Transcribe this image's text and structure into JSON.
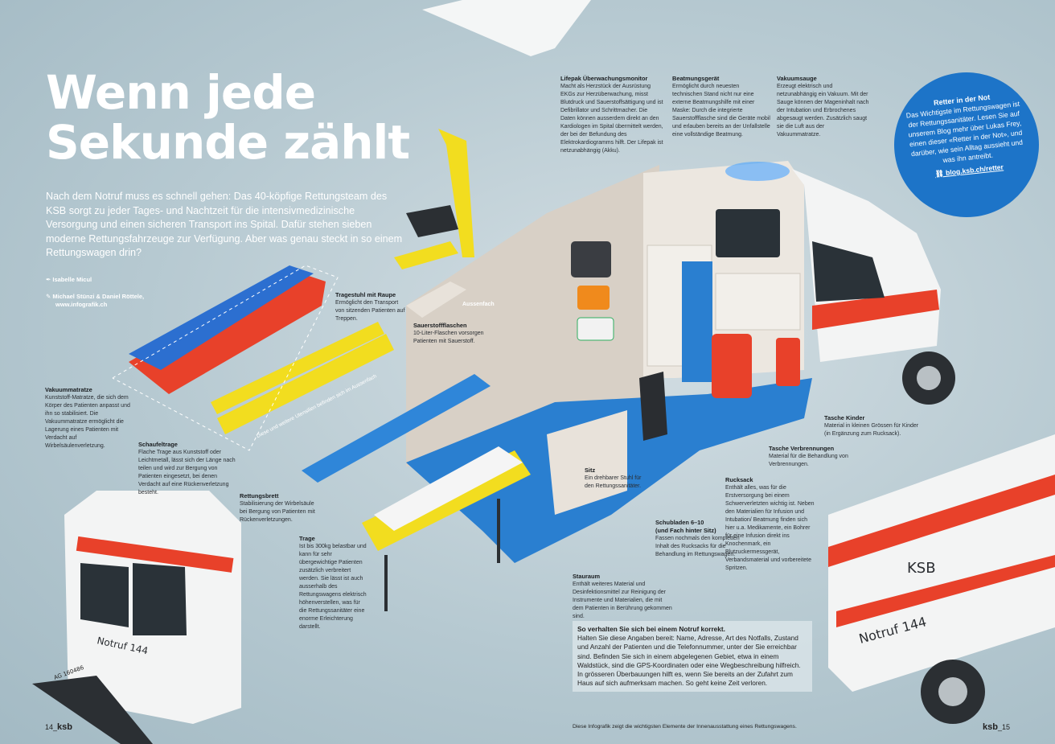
{
  "headline": {
    "line1": "Wenn jede",
    "line2": "Sekunde zählt"
  },
  "intro": "Nach dem Notruf muss es schnell gehen: Das 40-köpfige Rettungsteam des KSB sorgt zu jeder Tages- und Nachtzeit für die intensivmedizinische Versorgung und einen sicheren Transport ins Spital. Dafür stehen sieben moderne Rettungsfahrzeuge zur Verfügung. Aber was genau steckt in so einem Rettungswagen drin?",
  "credits": {
    "text_author": "Isabelle Micul",
    "graphics_author": "Michael Stünzi & Daniel Röttele,",
    "graphics_url": "www.infografik.ch",
    "text_icon": "feather-pen-icon",
    "graphics_icon": "pencil-icon"
  },
  "labels": {
    "lifepak": {
      "title": "Lifepak Überwachungsmonitor",
      "text": "Macht als Herzstück der Ausrüstung EKGs zur Herzüberwachung, misst Blutdruck und Sauerstoffsättigung und ist Defibrillator und Schrittmacher. Die Daten können ausserdem direkt an den Kardiologen im Spital übermittelt werden, der bei der Befundung des Elektrokardiogramms hilft. Der Lifepak ist netzunabhängig (Akku)."
    },
    "beatmung": {
      "title": "Beatmungsgerät",
      "text": "Ermöglicht durch neuesten technischen Stand nicht nur eine externe Beatmungshilfe mit einer Maske: Durch die integrierte Sauerstoffflasche sind die Geräte mobil und erlauben bereits an der Unfallstelle eine vollständige Beatmung."
    },
    "vakuumsauge": {
      "title": "Vakuumsauge",
      "text": "Erzeugt elektrisch und netzunabhängig ein Vakuum. Mit der Sauge können der Mageninhalt nach der Intubation und Erbrochenes abgesaugt werden. Zusätzlich saugt sie die Luft aus der Vakuummatratze."
    },
    "tragestuhl": {
      "title": "Tragestuhl mit Raupe",
      "text": "Ermöglicht den Transport von sitzenden Patienten auf Treppen."
    },
    "sauerstoff": {
      "title": "Sauerstoffflaschen",
      "text": "10-Liter-Flaschen vorsorgen Patienten mit Sauerstoff."
    },
    "aussenfach": "Aussenfach",
    "aussenfach_note": "Diese und weitere Utensilien befinden sich im Aussenfach",
    "vakuummatratze": {
      "title": "Vakuummatratze",
      "text": "Kunststoff-Matratze, die sich dem Körper des Patienten anpasst und ihn so stabilisiert. Die Vakuummatratze ermöglicht die Lagerung eines Patienten mit Verdacht auf Wirbelsäulenverletzung."
    },
    "schaufeltrage": {
      "title": "Schaufeltrage",
      "text": "Flache Trage aus Kunststoff oder Leichtmetall, lässt sich der Länge nach teilen und wird zur Bergung von Patienten eingesetzt, bei denen Verdacht auf eine Rückenverletzung besteht."
    },
    "rettungsbrett": {
      "title": "Rettungsbrett",
      "text": "Stabilisierung der Wirbelsäule bei Bergung von Patienten mit Rückenverletzungen."
    },
    "trage": {
      "title": "Trage",
      "text": "Ist bis 300kg belastbar und kann für sehr übergewichtige Patienten zusätzlich verbreitert werden. Sie lässt ist auch ausserhalb des Rettungswagens elektrisch höhenverstellen, was für die Rettungssanitäter eine enorme Erleichterung darstellt."
    },
    "sitz": {
      "title": "Sitz",
      "text": "Ein drehbarer Stuhl für den Rettungssanitäter."
    },
    "schubladen": {
      "title": "Schubladen 6–10",
      "title2": "(und Fach hinter Sitz)",
      "text": "Fassen nochmals den kompletten Inhalt des Rucksacks für die Behandlung im Rettungswagen."
    },
    "stauraum": {
      "title": "Stauraum",
      "text": "Enthält weiteres Material und Desinfektionsmittel zur Reinigung der Instrumente und Materialien, die mit dem Patienten in Berührung gekommen sind."
    },
    "tasche_kinder": {
      "title": "Tasche Kinder",
      "text": "Material in kleinen Grössen für Kinder (in Ergänzung zum Rucksack)."
    },
    "tasche_verbrennungen": {
      "title": "Tasche Verbrennungen",
      "text": "Material für die Behandlung von Verbrennungen."
    },
    "rucksack": {
      "title": "Rucksack",
      "text": "Enthält alles, was für die Erstversorgung bei einem Schwerverletzten wichtig ist. Neben den Materialien für Infusion und Intubation/ Beatmung finden sich hier u.a. Medikamente, ein Bohrer für eine Infusion direkt ins Knochenmark, ein Blutzuckermessgerät, Verbandsmaterial und vorbereitete Spritzen."
    }
  },
  "circle": {
    "title": "Retter in der Not",
    "text": "Das Wichtigste im Rettungswagen ist der Rettungssanitäter. Lesen Sie auf unserem Blog mehr über Lukas Frey, einen dieser «Retter in der Not», und darüber, wie sein Alltag aussieht und was ihn antreibt.",
    "link": "blog.ksb.ch/retter",
    "link_icon": "link-icon",
    "color": "#1d74c8"
  },
  "notruf_box": {
    "title": "So verhalten Sie sich bei einem Notruf korrekt.",
    "p1": "Halten Sie diese Angaben bereit: Name, Adresse, Art des Notfalls, Zustand und Anzahl der Patienten und die Telefonnummer, unter der Sie erreichbar sind. Befinden Sie sich in einem abgelegenen Gebiet, etwa in einem Waldstück, sind die GPS-Koordinaten oder eine Wegbeschreibung hilfreich.",
    "p2": "In grösseren Überbauungen hilft es, wenn Sie bereits an der Zufahrt zum Haus auf sich aufmerksam machen. So geht keine Zeit verloren."
  },
  "caption": "Diese Infografik zeigt die wichtigsten Elemente der Innenausstattung eines Rettungswagens.",
  "pages": {
    "left_num": "14_",
    "left_brand": "ksb",
    "right_brand": "ksb",
    "right_num": "_15"
  },
  "vehicle_lettering": {
    "brand": "KSB",
    "emergency": "Notruf 144",
    "plate": "AG 160486"
  },
  "colors": {
    "floor_blue": "#2a7fd0",
    "stripe_red": "#e8412a",
    "stretcher_yellow": "#f2dd1f",
    "interior_beige": "#d8d0c6"
  }
}
